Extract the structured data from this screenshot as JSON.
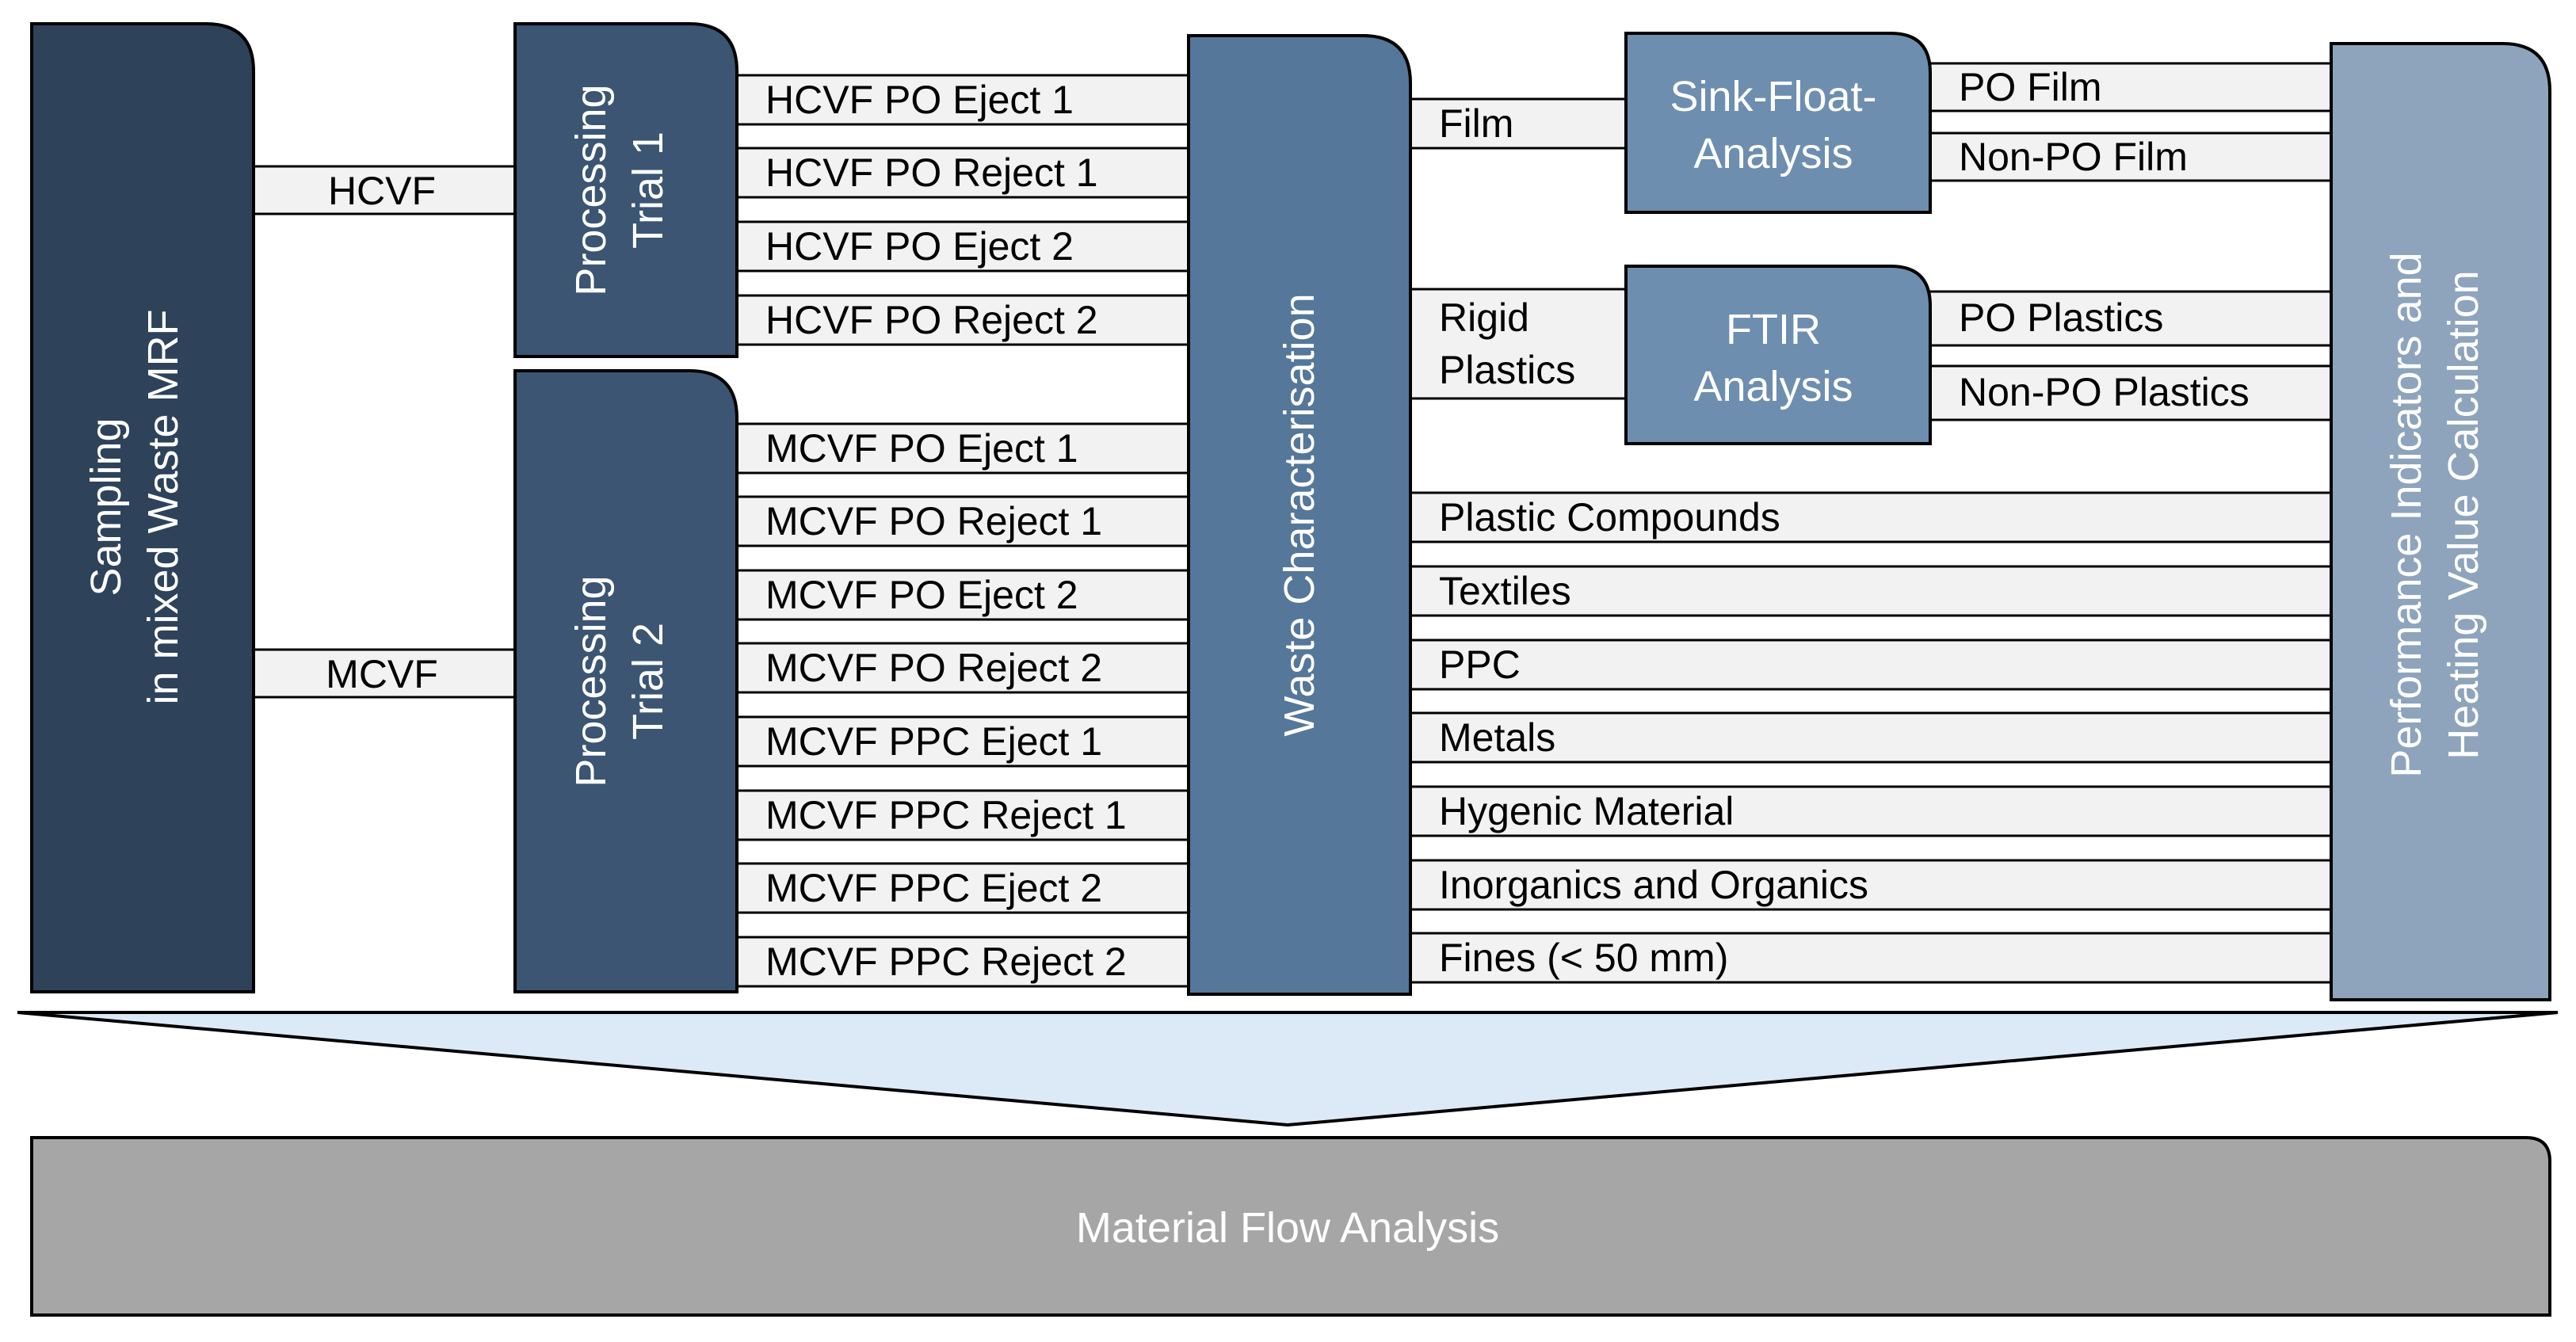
{
  "sampling": {
    "line1": "Sampling",
    "line2": "in mixed Waste MRF"
  },
  "trial1": {
    "line1": "Processing",
    "line2": "Trial 1"
  },
  "trial2": {
    "line1": "Processing",
    "line2": "Trial 2"
  },
  "waste_char": {
    "label": "Waste Characterisation"
  },
  "sink_float": {
    "line1": "Sink-Float-",
    "line2": "Analysis"
  },
  "ftir": {
    "line1": "FTIR",
    "line2": "Analysis"
  },
  "performance": {
    "line1": "Performance Indicators and",
    "line2": "Heating Value Calculation"
  },
  "mfa": {
    "label": "Material Flow Analysis"
  },
  "inputs": {
    "hcvf": "HCVF",
    "mcvf": "MCVF"
  },
  "trial1_outputs": [
    "HCVF PO Eject 1",
    "HCVF PO Reject 1",
    "HCVF PO Eject 2",
    "HCVF PO Reject 2"
  ],
  "trial2_outputs": [
    "MCVF PO Eject 1",
    "MCVF PO Reject 1",
    "MCVF PO Eject 2",
    "MCVF PO Reject 2",
    "MCVF PPC Eject 1",
    "MCVF PPC Reject 1",
    "MCVF PPC Eject 2",
    "MCVF PPC Reject 2"
  ],
  "char_film": "Film",
  "char_rigid": {
    "line1": "Rigid",
    "line2": "Plastics"
  },
  "char_outputs": [
    "Plastic Compounds",
    "Textiles",
    "PPC",
    "Metals",
    "Hygenic Material",
    "Inorganics and Organics",
    "Fines (< 50 mm)"
  ],
  "sink_outputs": [
    "PO Film",
    "Non-PO Film"
  ],
  "ftir_outputs": [
    "PO Plastics",
    "Non-PO Plastics"
  ],
  "colors": {
    "sampling": "#2e425a",
    "trial": "#3b5573",
    "waste_char": "#557799",
    "analysis": "#6e8eb0",
    "performance": "#8ea4bc",
    "flow_fill": "#f2f2f2",
    "funnel": "#dbeaf6",
    "mfa": "#a6a6a6"
  }
}
